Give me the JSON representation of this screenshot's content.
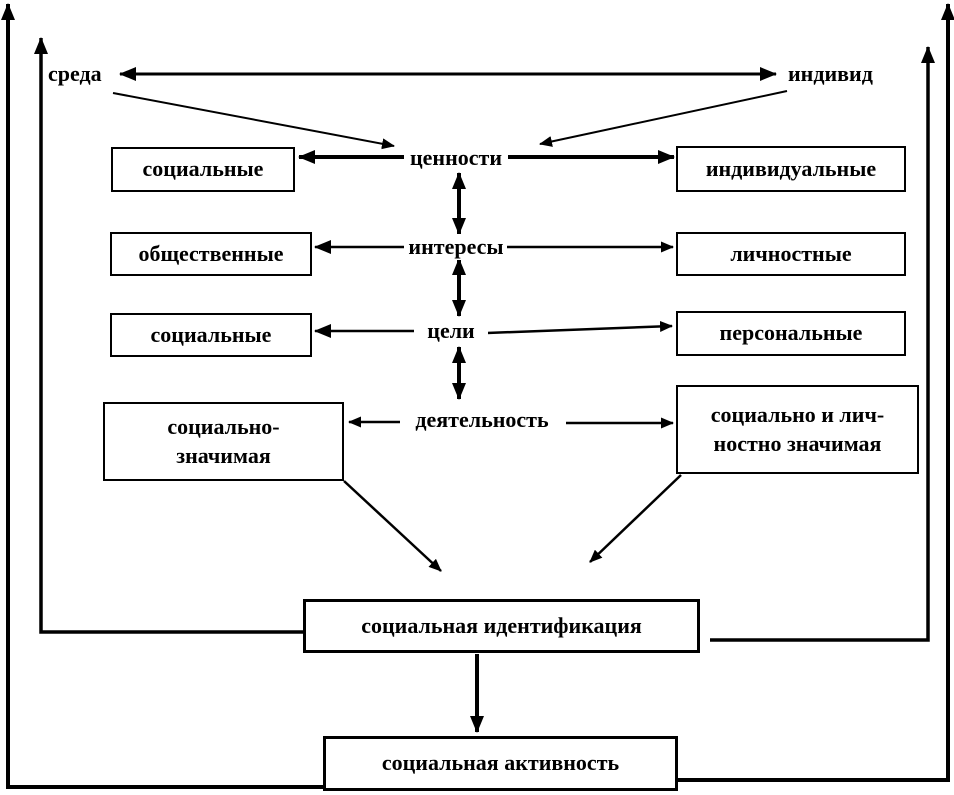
{
  "diagram": {
    "top_row": {
      "environment": "среда",
      "individual": "индивид"
    },
    "center_column": {
      "values": "ценности",
      "interests": "интересы",
      "goals": "цели",
      "activity": "деятельность"
    },
    "left_column": {
      "values_social": "социальные",
      "interests_public": "общественные",
      "goals_social": "социальные",
      "activity_social_line1": "социально-",
      "activity_social_line2": "значимая"
    },
    "right_column": {
      "values_individual": "индивидуальные",
      "interests_personal": "личностные",
      "goals_personal": "персональные",
      "activity_personal_line1": "социально и лич-",
      "activity_personal_line2": "ностно значимая"
    },
    "bottom": {
      "identification": "социальная идентификация",
      "activity_result": "социальная активность"
    },
    "colors": {
      "line": "#000000",
      "background": "#ffffff"
    }
  }
}
